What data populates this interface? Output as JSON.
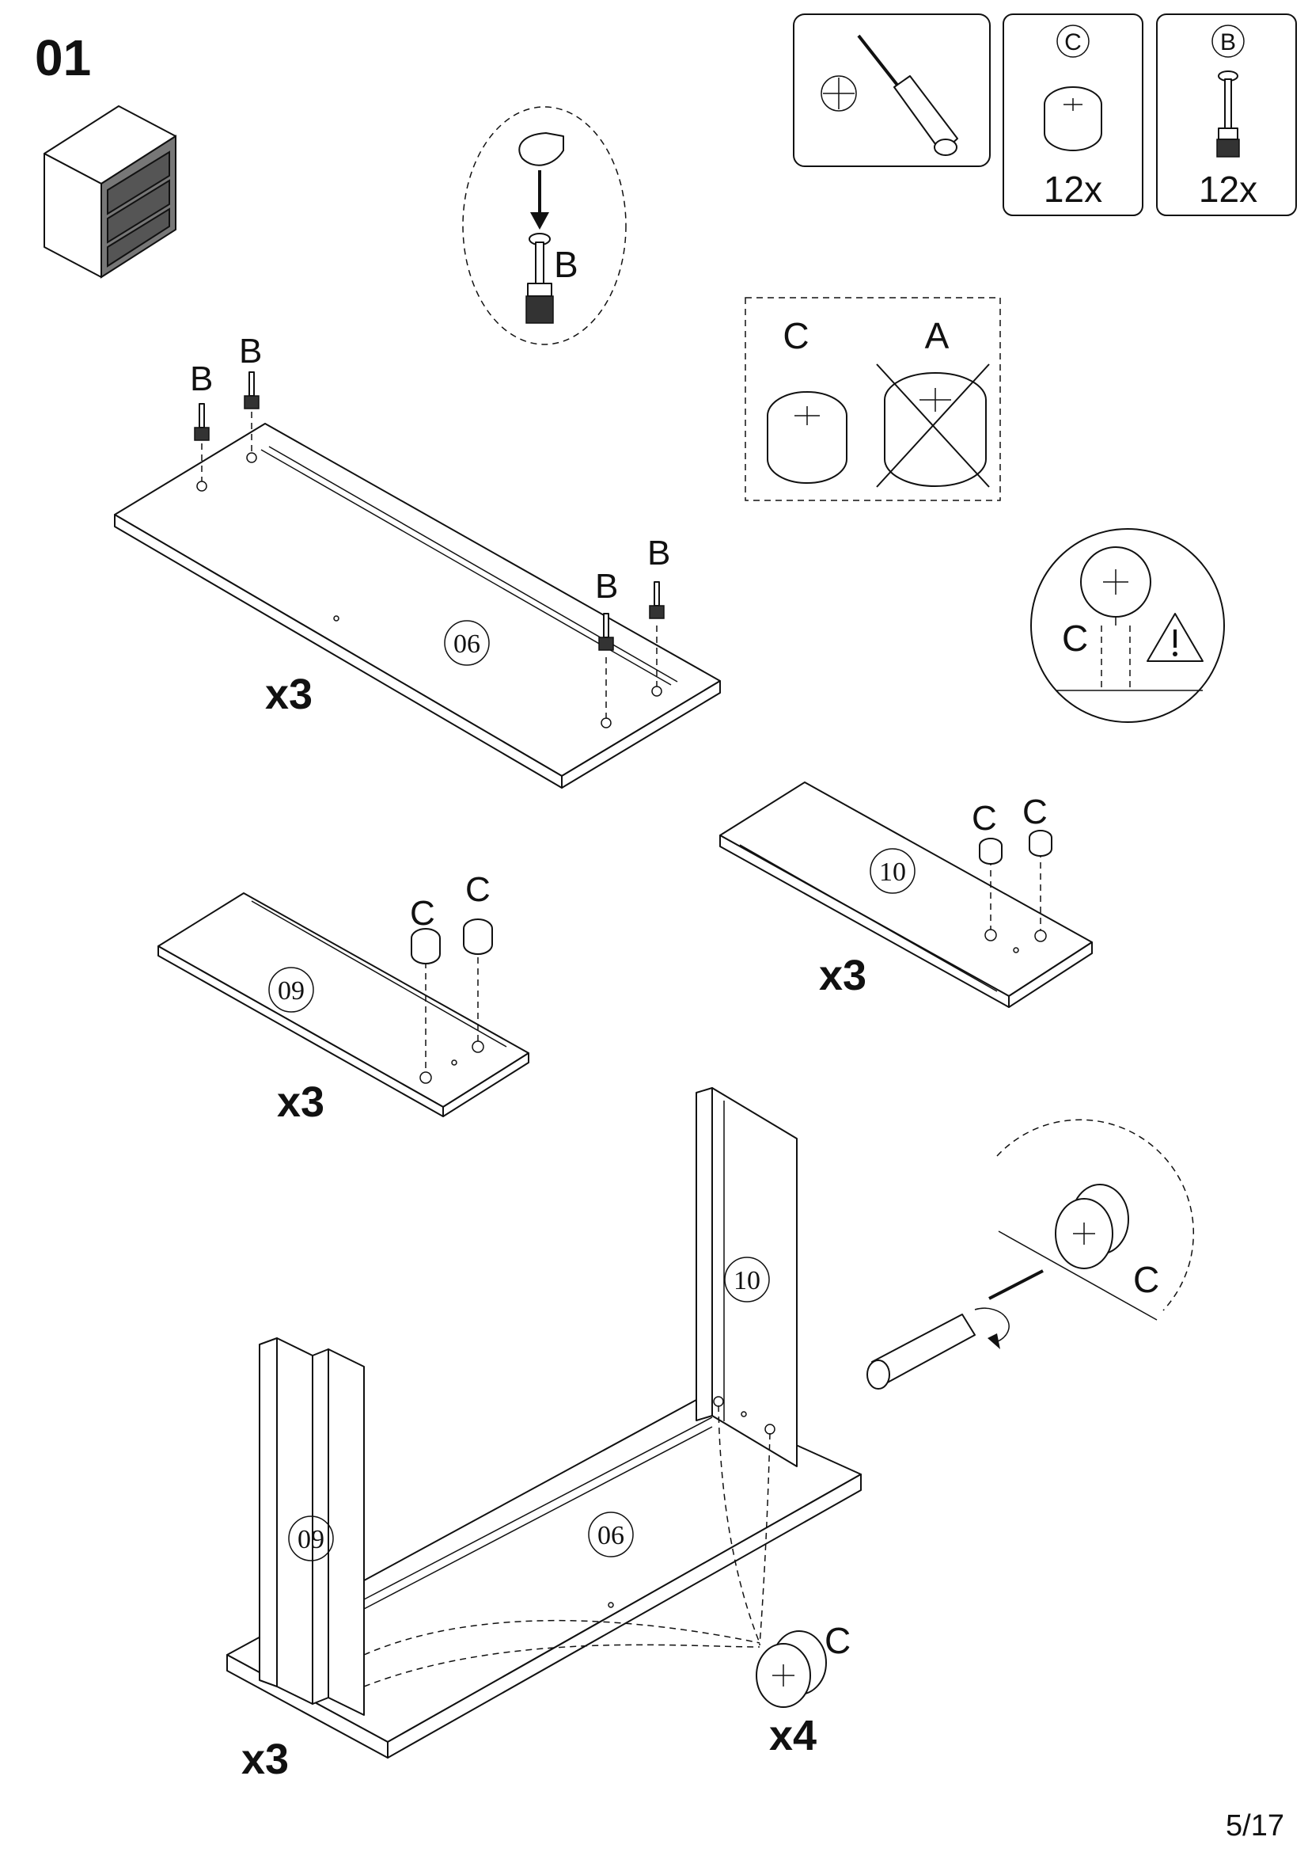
{
  "step": {
    "number": "01"
  },
  "page_number": "5/17",
  "colors": {
    "ink": "#111111",
    "paper": "#ffffff",
    "dark_fill": "#333333"
  },
  "tools": {
    "screwdriver_icon": "phillips-screwdriver-icon"
  },
  "parts_list": [
    {
      "id": "C",
      "quantity": "12x",
      "icon": "cam-lock-icon"
    },
    {
      "id": "B",
      "quantity": "12x",
      "icon": "cam-bolt-icon"
    }
  ],
  "callouts": {
    "insert_bolt_label": "B",
    "compare_correct_label": "C",
    "compare_wrong_label": "A",
    "warning_label": "C",
    "tighten_label": "C"
  },
  "panel_06": {
    "part_number": "06",
    "multiplier": "x3",
    "bolt_labels": [
      "B",
      "B",
      "B",
      "B"
    ]
  },
  "panel_09": {
    "part_number": "09",
    "multiplier": "x3",
    "cam_labels": [
      "C",
      "C"
    ]
  },
  "panel_10": {
    "part_number": "10",
    "multiplier": "x3",
    "cam_labels": [
      "C",
      "C"
    ]
  },
  "assembly": {
    "labels": {
      "side_left": "09",
      "base": "06",
      "side_right": "10"
    },
    "multiplier": "x3",
    "cam_label": "C",
    "cam_multiplier": "x4"
  }
}
